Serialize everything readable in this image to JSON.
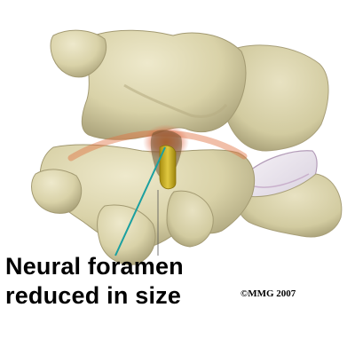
{
  "label": {
    "line1": "Neural foramen",
    "line2": "reduced in size"
  },
  "copyright": "©MMG 2007",
  "colors": {
    "bone": "#d9d2a8",
    "bone_shadow": "#b4ab80",
    "bone_highlight": "#ece7c8",
    "disc": "#ece7ef",
    "nerve_root": "#c8b020",
    "inflammation": "#e05020",
    "pointer_line": "#1aa0a0"
  }
}
